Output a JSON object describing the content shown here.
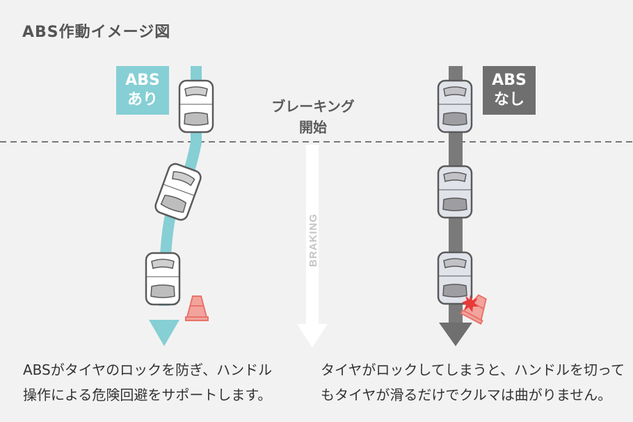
{
  "title": "ABS作動イメージ図",
  "left": {
    "badge_line1": "ABS",
    "badge_line2": "あり",
    "caption_line1": "ABSがタイヤのロックを防ぎ、ハンドル",
    "caption_line2": "操作による危険回避をサポートします。"
  },
  "right": {
    "badge_line1": "ABS",
    "badge_line2": "なし",
    "caption_line1": "タイヤがロックしてしまうと、ハンドルを切って",
    "caption_line2": "もタイヤが滑るだけでクルマは曲がりません。"
  },
  "center": {
    "braking_start_line1": "ブレーキング",
    "braking_start_line2": "開始",
    "braking_label": "BRAKING"
  },
  "colors": {
    "abs_track": "#86cfd5",
    "no_abs_track": "#6f6f6f",
    "cone": "#e8736a"
  }
}
